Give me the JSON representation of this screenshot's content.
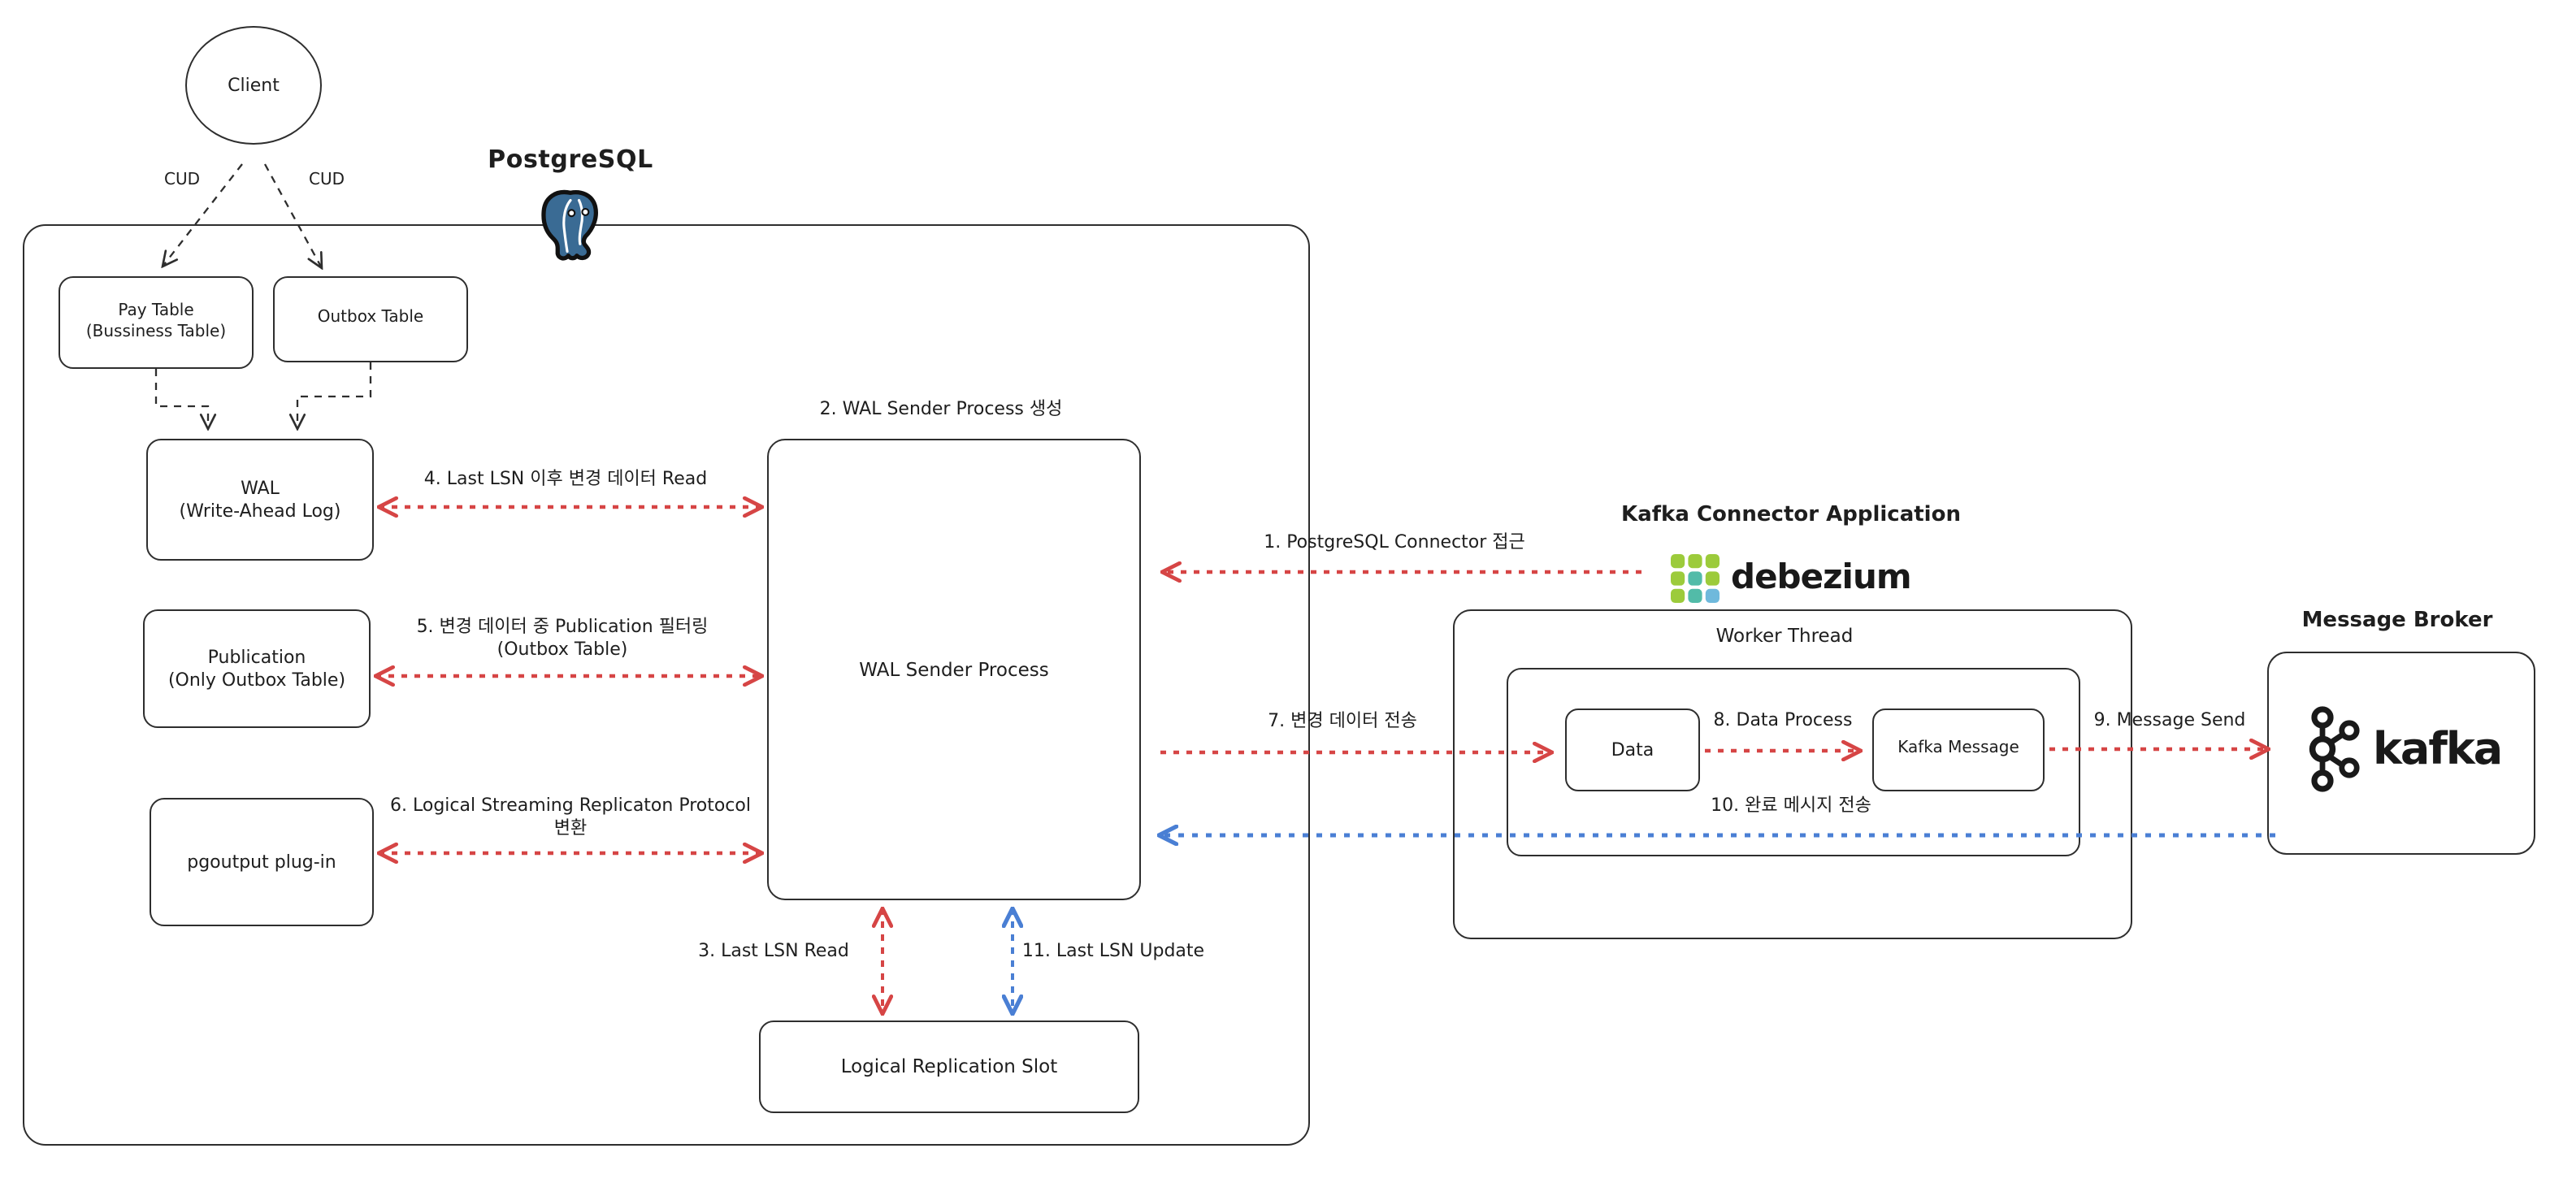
{
  "colors": {
    "stroke": "#2e2e2e",
    "arrow_red": "#d64545",
    "arrow_blue": "#4a7fd4",
    "postgres_blue": "#3a6b94",
    "debezium_green": "#9CCB3B",
    "debezium_teal": "#52BBA8",
    "debezium_blue": "#6FB9DC",
    "logo_black": "#191919"
  },
  "client": {
    "label": "Client",
    "cud_left": "CUD",
    "cud_right": "CUD"
  },
  "postgresql": {
    "title": "PostgreSQL",
    "logo_icon": "postgresql-elephant-icon",
    "pay_table": {
      "line1": "Pay Table",
      "line2": "(Bussiness Table)"
    },
    "outbox_table": {
      "label": "Outbox Table"
    },
    "wal": {
      "line1": "WAL",
      "line2": "(Write-Ahead Log)"
    },
    "publication": {
      "line1": "Publication",
      "line2": "(Only Outbox Table)"
    },
    "pgoutput": {
      "label": "pgoutput plug-in"
    },
    "wal_sender": {
      "label": "WAL Sender Process"
    },
    "replication_slot": {
      "label": "Logical Replication Slot"
    }
  },
  "steps": {
    "s1": "1. PostgreSQL Connector 접근",
    "s2": "2. WAL Sender Process 생성",
    "s3": "3. Last LSN Read",
    "s4": "4. Last LSN 이후 변경 데이터 Read",
    "s5_line1": "5. 변경 데이터 중 Publication 필터링",
    "s5_line2": "(Outbox Table)",
    "s6_line1": "6. Logical Streaming Replicaton Protocol",
    "s6_line2": "변환",
    "s7": "7. 변경 데이터 전송",
    "s8": "8. Data Process",
    "s9": "9. Message Send",
    "s10": "10. 완료 메시지 전송",
    "s11": "11. Last LSN Update"
  },
  "kafka_connector": {
    "title": "Kafka Connector Application",
    "logo_icon": "debezium-tiles-icon",
    "logo_text": "debezium",
    "worker_thread": "Worker Thread",
    "data_box": "Data",
    "kafka_message_box": "Kafka Message"
  },
  "message_broker": {
    "title": "Message Broker",
    "logo_icon": "kafka-nodes-icon",
    "logo_text": "kafka"
  }
}
